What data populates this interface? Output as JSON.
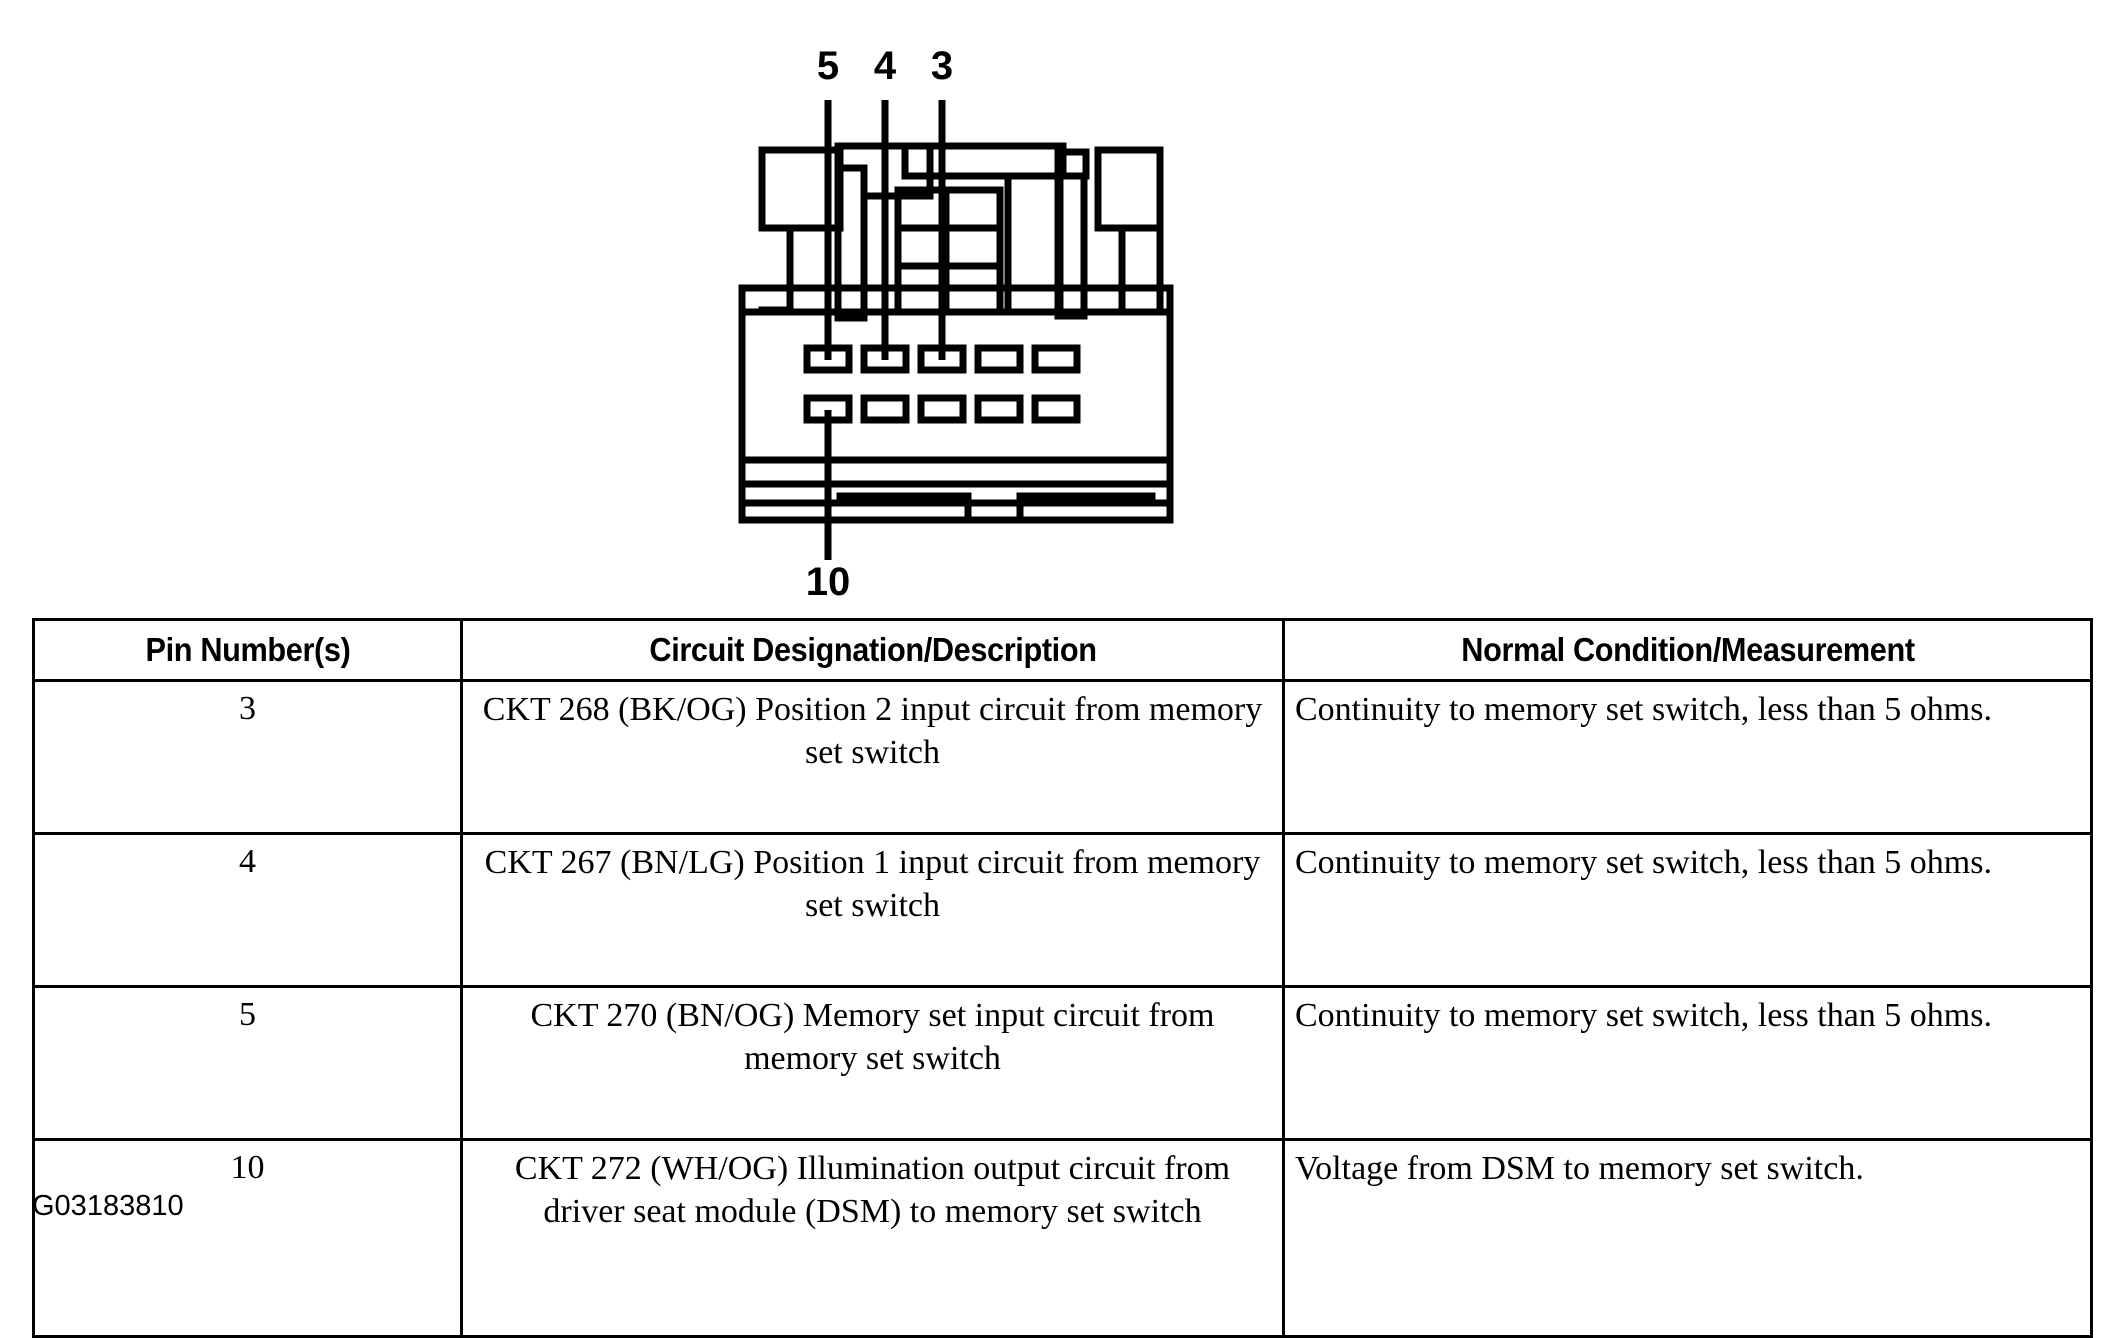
{
  "figure": {
    "id_label": "G03183810",
    "callouts": [
      {
        "label": "5",
        "name": "callout-5"
      },
      {
        "label": "4",
        "name": "callout-4"
      },
      {
        "label": "3",
        "name": "callout-3"
      },
      {
        "label": "10",
        "name": "callout-10"
      }
    ],
    "connector": {
      "cavity_count": 10,
      "rows": 2,
      "columns": 5,
      "stroke_color": "#000000",
      "fill_color": "#ffffff"
    }
  },
  "table": {
    "headers": [
      "Pin Number(s)",
      "Circuit Designation/Description",
      "Normal Condition/Measurement"
    ],
    "rows": [
      {
        "pin": "3",
        "description": "CKT 268 (BK/OG) Position 2 input circuit from memory set switch",
        "measurement": "Continuity to memory set switch, less than 5 ohms."
      },
      {
        "pin": "4",
        "description": "CKT 267 (BN/LG) Position 1 input circuit from memory set switch",
        "measurement": "Continuity to memory set switch, less than 5 ohms."
      },
      {
        "pin": "5",
        "description": "CKT 270 (BN/OG) Memory set input circuit from memory set switch",
        "measurement": "Continuity to memory set switch, less than 5 ohms."
      },
      {
        "pin": "10",
        "description": "CKT 272 (WH/OG) Illumination output circuit from driver seat module (DSM) to memory set switch",
        "measurement": "Voltage from DSM to memory set switch."
      }
    ]
  }
}
